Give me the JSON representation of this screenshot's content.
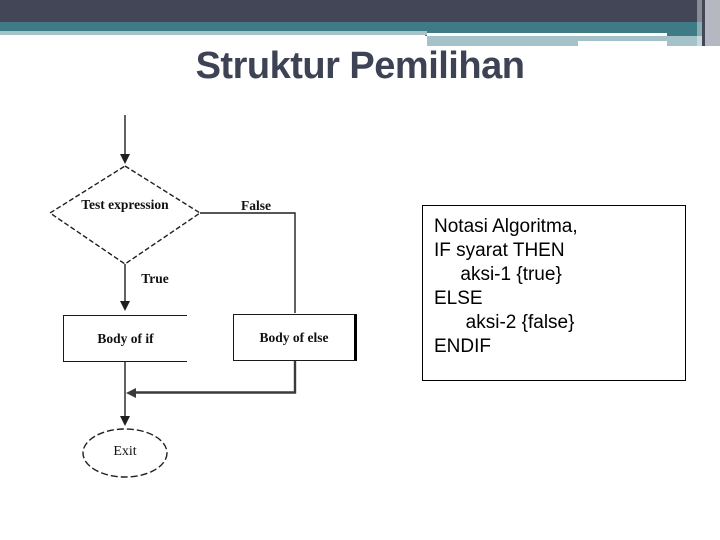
{
  "slide": {
    "title": "Struktur Pemilihan"
  },
  "theme_colors": {
    "dark_band": "#424656",
    "teal_band": "#3f7b84",
    "light_band": "#a5c2c8",
    "right_stripe_gray": "#b5b8c0",
    "title_text": "#3d4254",
    "flow_line": "#1f1f1f"
  },
  "flowchart": {
    "labels": {
      "decision": "Test expression",
      "false_branch": "False",
      "true_branch": "True",
      "if_box": "Body of if",
      "else_box": "Body of else",
      "exit": "Exit"
    }
  },
  "codebox": {
    "lines": [
      "Notasi Algoritma,",
      "IF syarat THEN",
      "     aksi-1 {true}",
      "ELSE",
      "      aksi-2 {false}",
      "ENDIF"
    ]
  }
}
